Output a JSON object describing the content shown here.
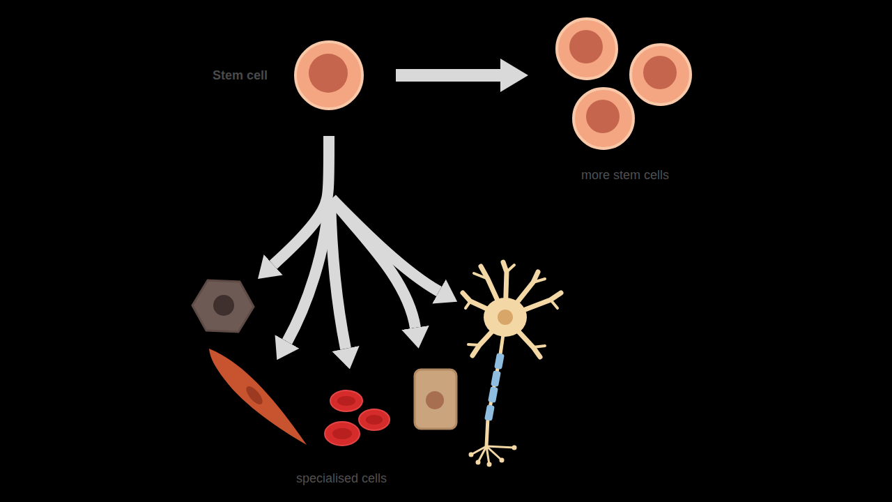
{
  "diagram": {
    "nodes": [
      {
        "text": [
          "Stem cell"
        ]
      },
      {
        "text": [
          "more stem cells"
        ]
      },
      {
        "text": [
          "specialised cells"
        ]
      }
    ],
    "edges": [
      {
        "from": 0,
        "to": 1,
        "arrow": "to"
      },
      {
        "from": 0,
        "to": 2,
        "arrow": "to"
      }
    ]
  }
}
